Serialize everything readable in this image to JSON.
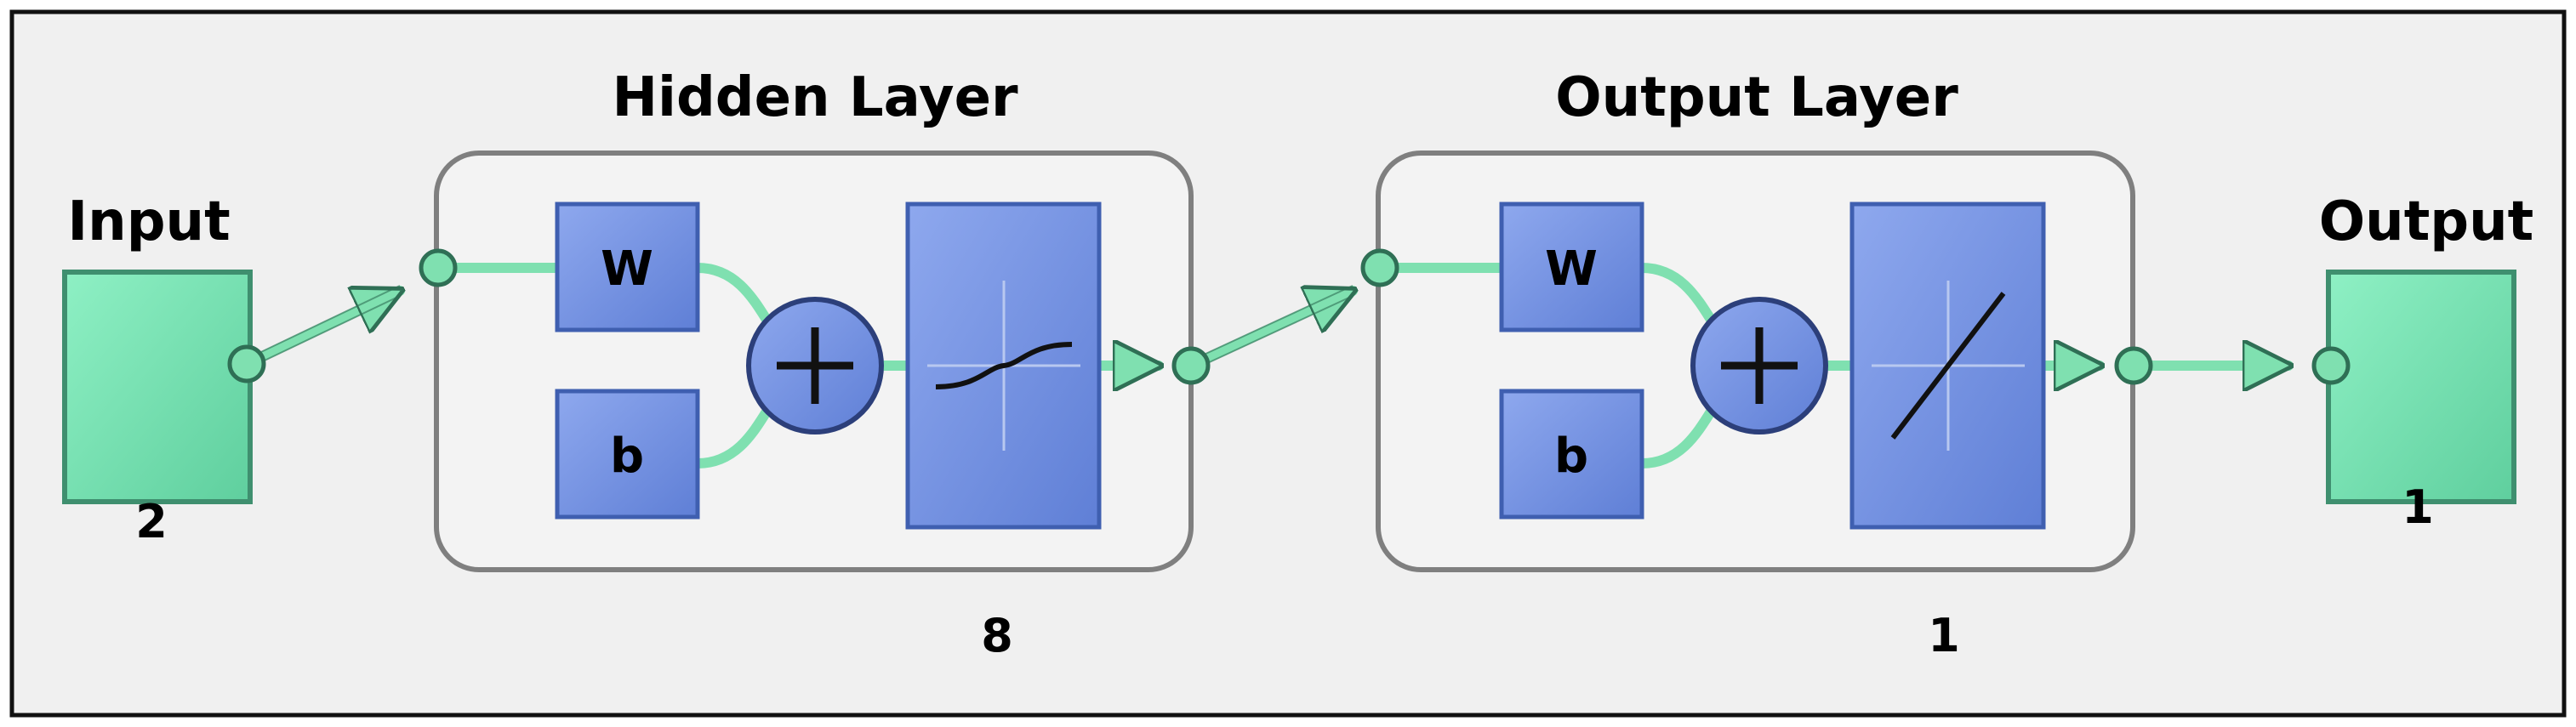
{
  "input": {
    "label": "Input",
    "size": "2"
  },
  "hidden_layer": {
    "title": "Hidden Layer",
    "weight_label": "W",
    "bias_label": "b",
    "transfer": "tansig-icon",
    "size": "8"
  },
  "output_layer": {
    "title": "Output Layer",
    "weight_label": "W",
    "bias_label": "b",
    "transfer": "purelin-icon",
    "size": "1"
  },
  "output": {
    "label": "Output",
    "size": "1"
  },
  "colors": {
    "io_block": "#74e0b0",
    "connector": "#7fe0b0",
    "weight_block": "#6f8fe0",
    "layer_border": "#7f7f7f",
    "background": "#f0f0f0"
  }
}
